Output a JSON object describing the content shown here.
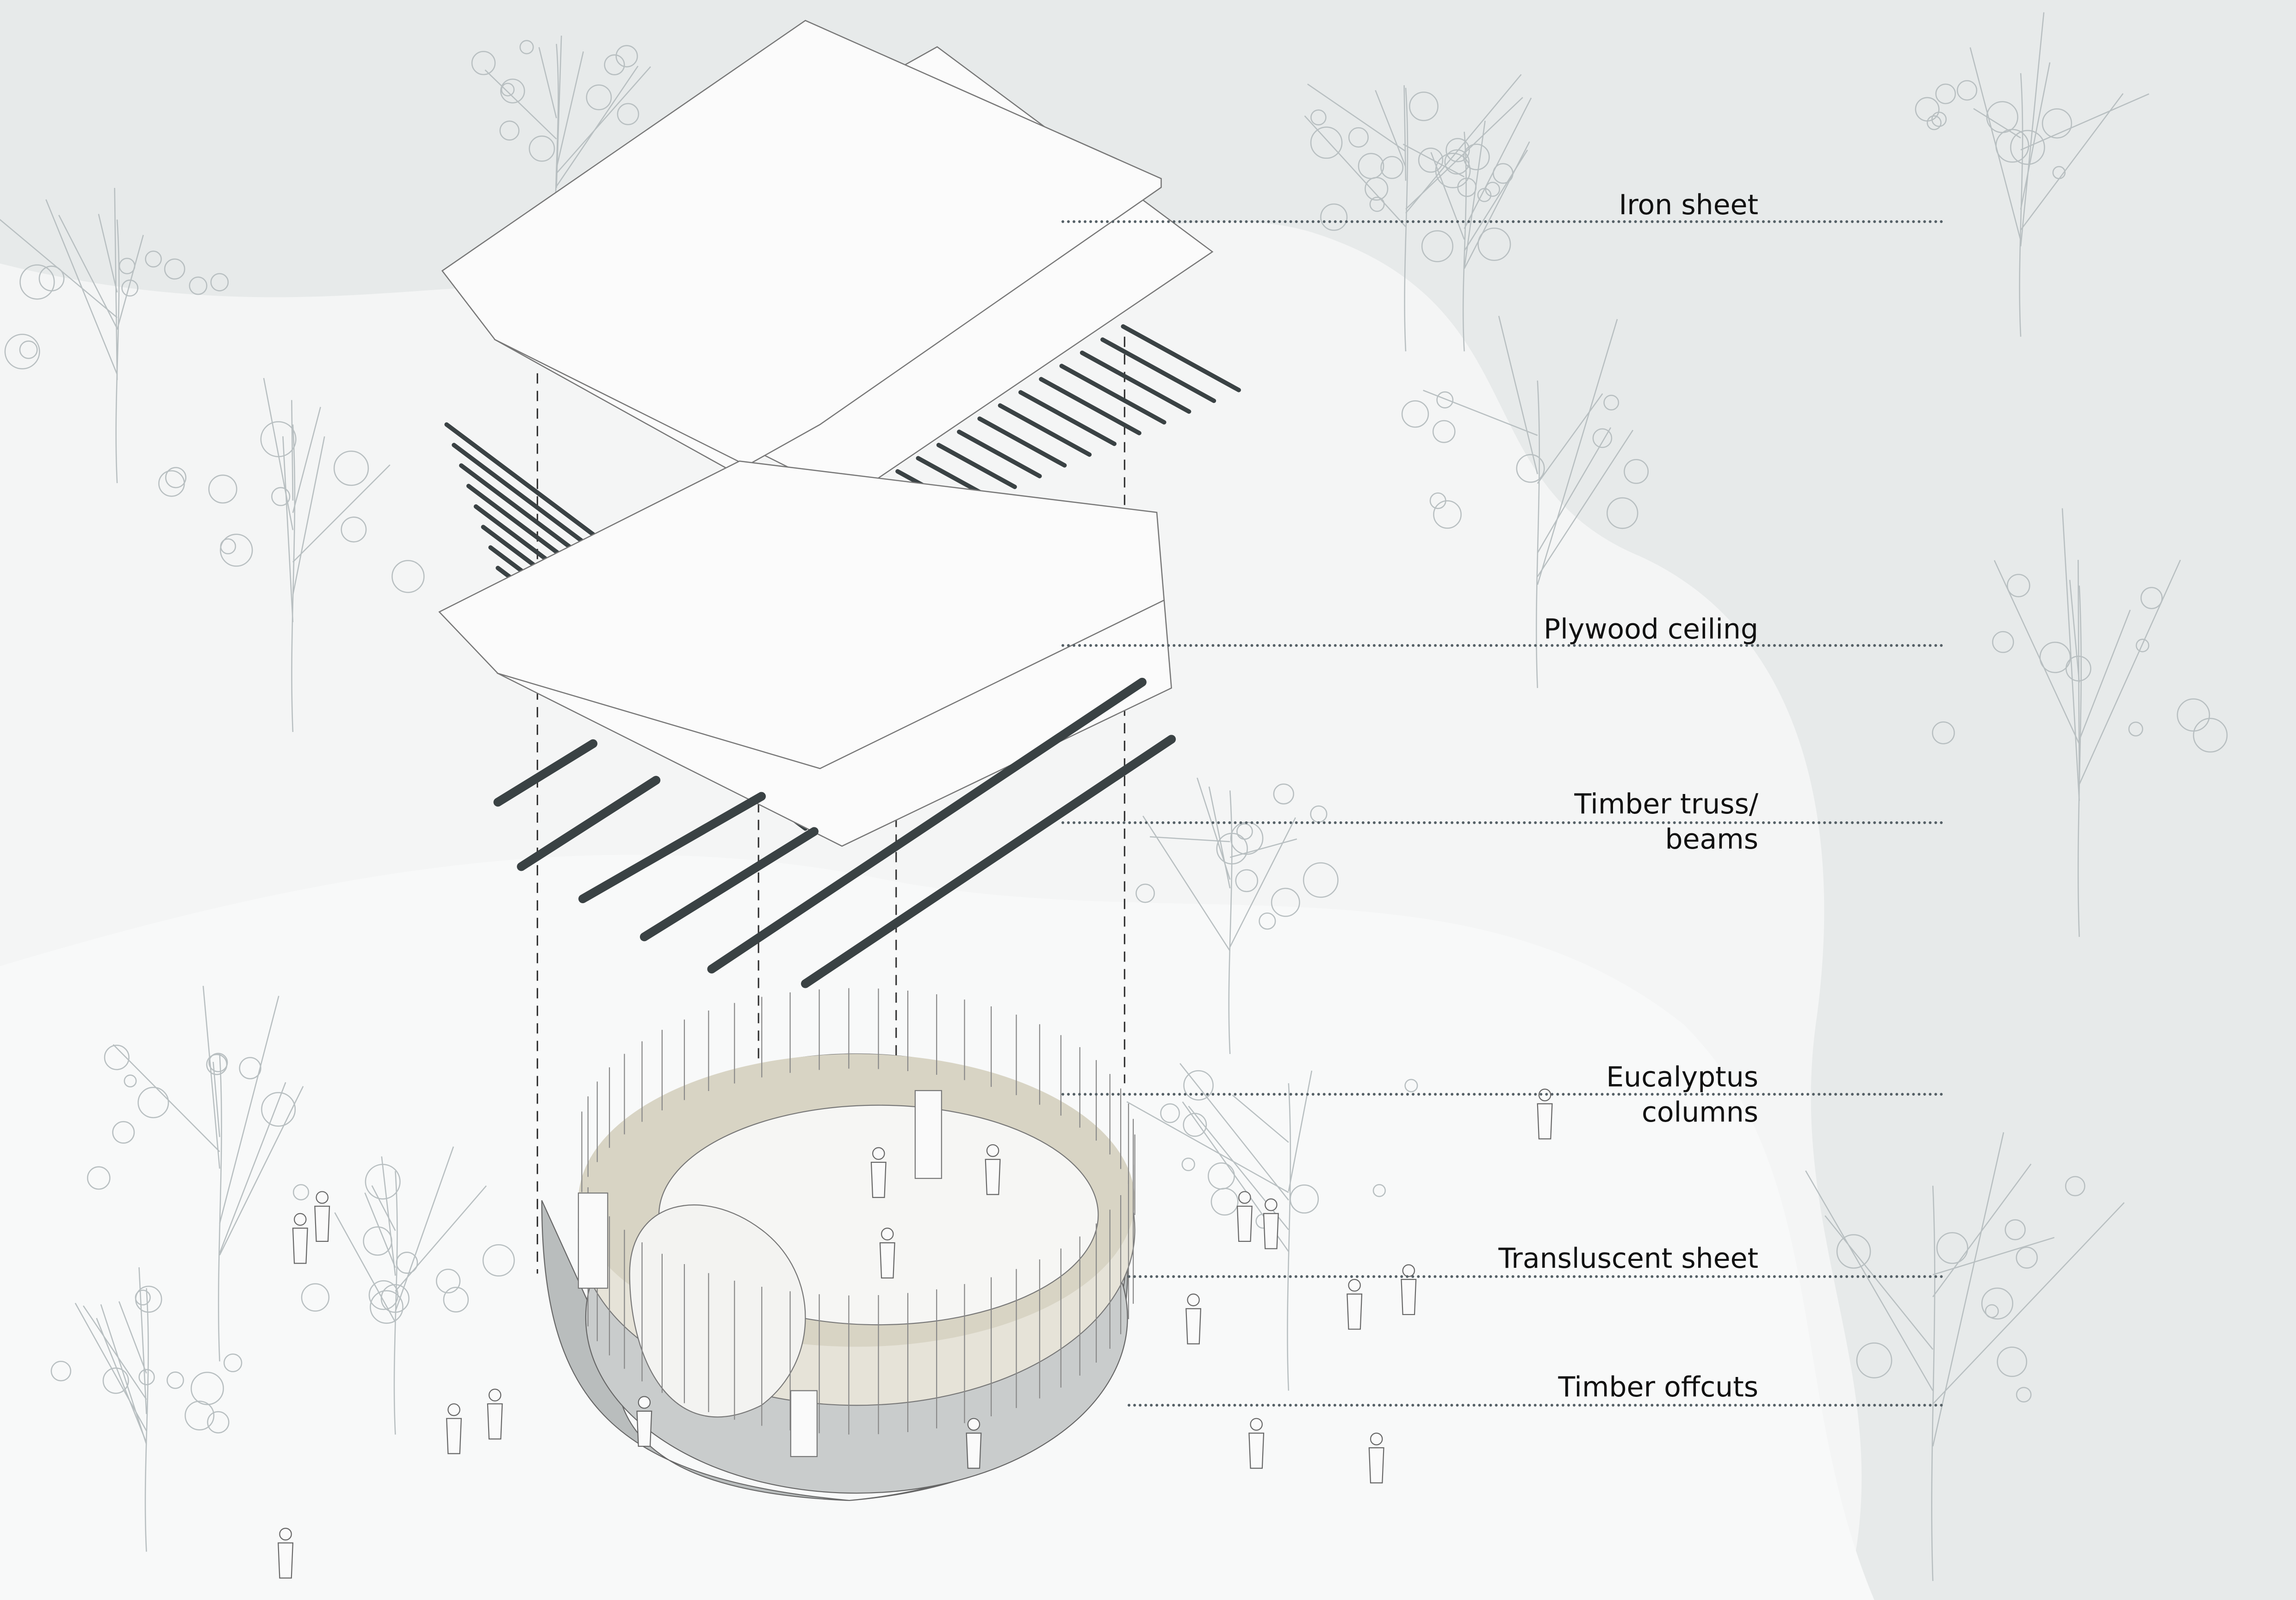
{
  "diagram": {
    "type": "exploded axonometric",
    "labels": [
      {
        "id": "iron-sheet",
        "lines": [
          "Iron sheet"
        ]
      },
      {
        "id": "plywood-ceiling",
        "lines": [
          "Plywood ceiling"
        ]
      },
      {
        "id": "timber-truss",
        "lines": [
          "Timber truss/",
          "beams"
        ]
      },
      {
        "id": "eucalyptus-columns",
        "lines": [
          "Eucalyptus",
          "columns"
        ]
      },
      {
        "id": "translucent-sheet",
        "lines": [
          "Transluscent sheet"
        ]
      },
      {
        "id": "timber-offcuts",
        "lines": [
          "Timber offcuts"
        ]
      }
    ],
    "colors": {
      "background": "#e9ecec",
      "ground": "#f5f6f6",
      "beam": "#3a4244",
      "sheet": "#fbfbfb",
      "tree": "#b9c0c2",
      "band": "#d9d6c8"
    }
  }
}
